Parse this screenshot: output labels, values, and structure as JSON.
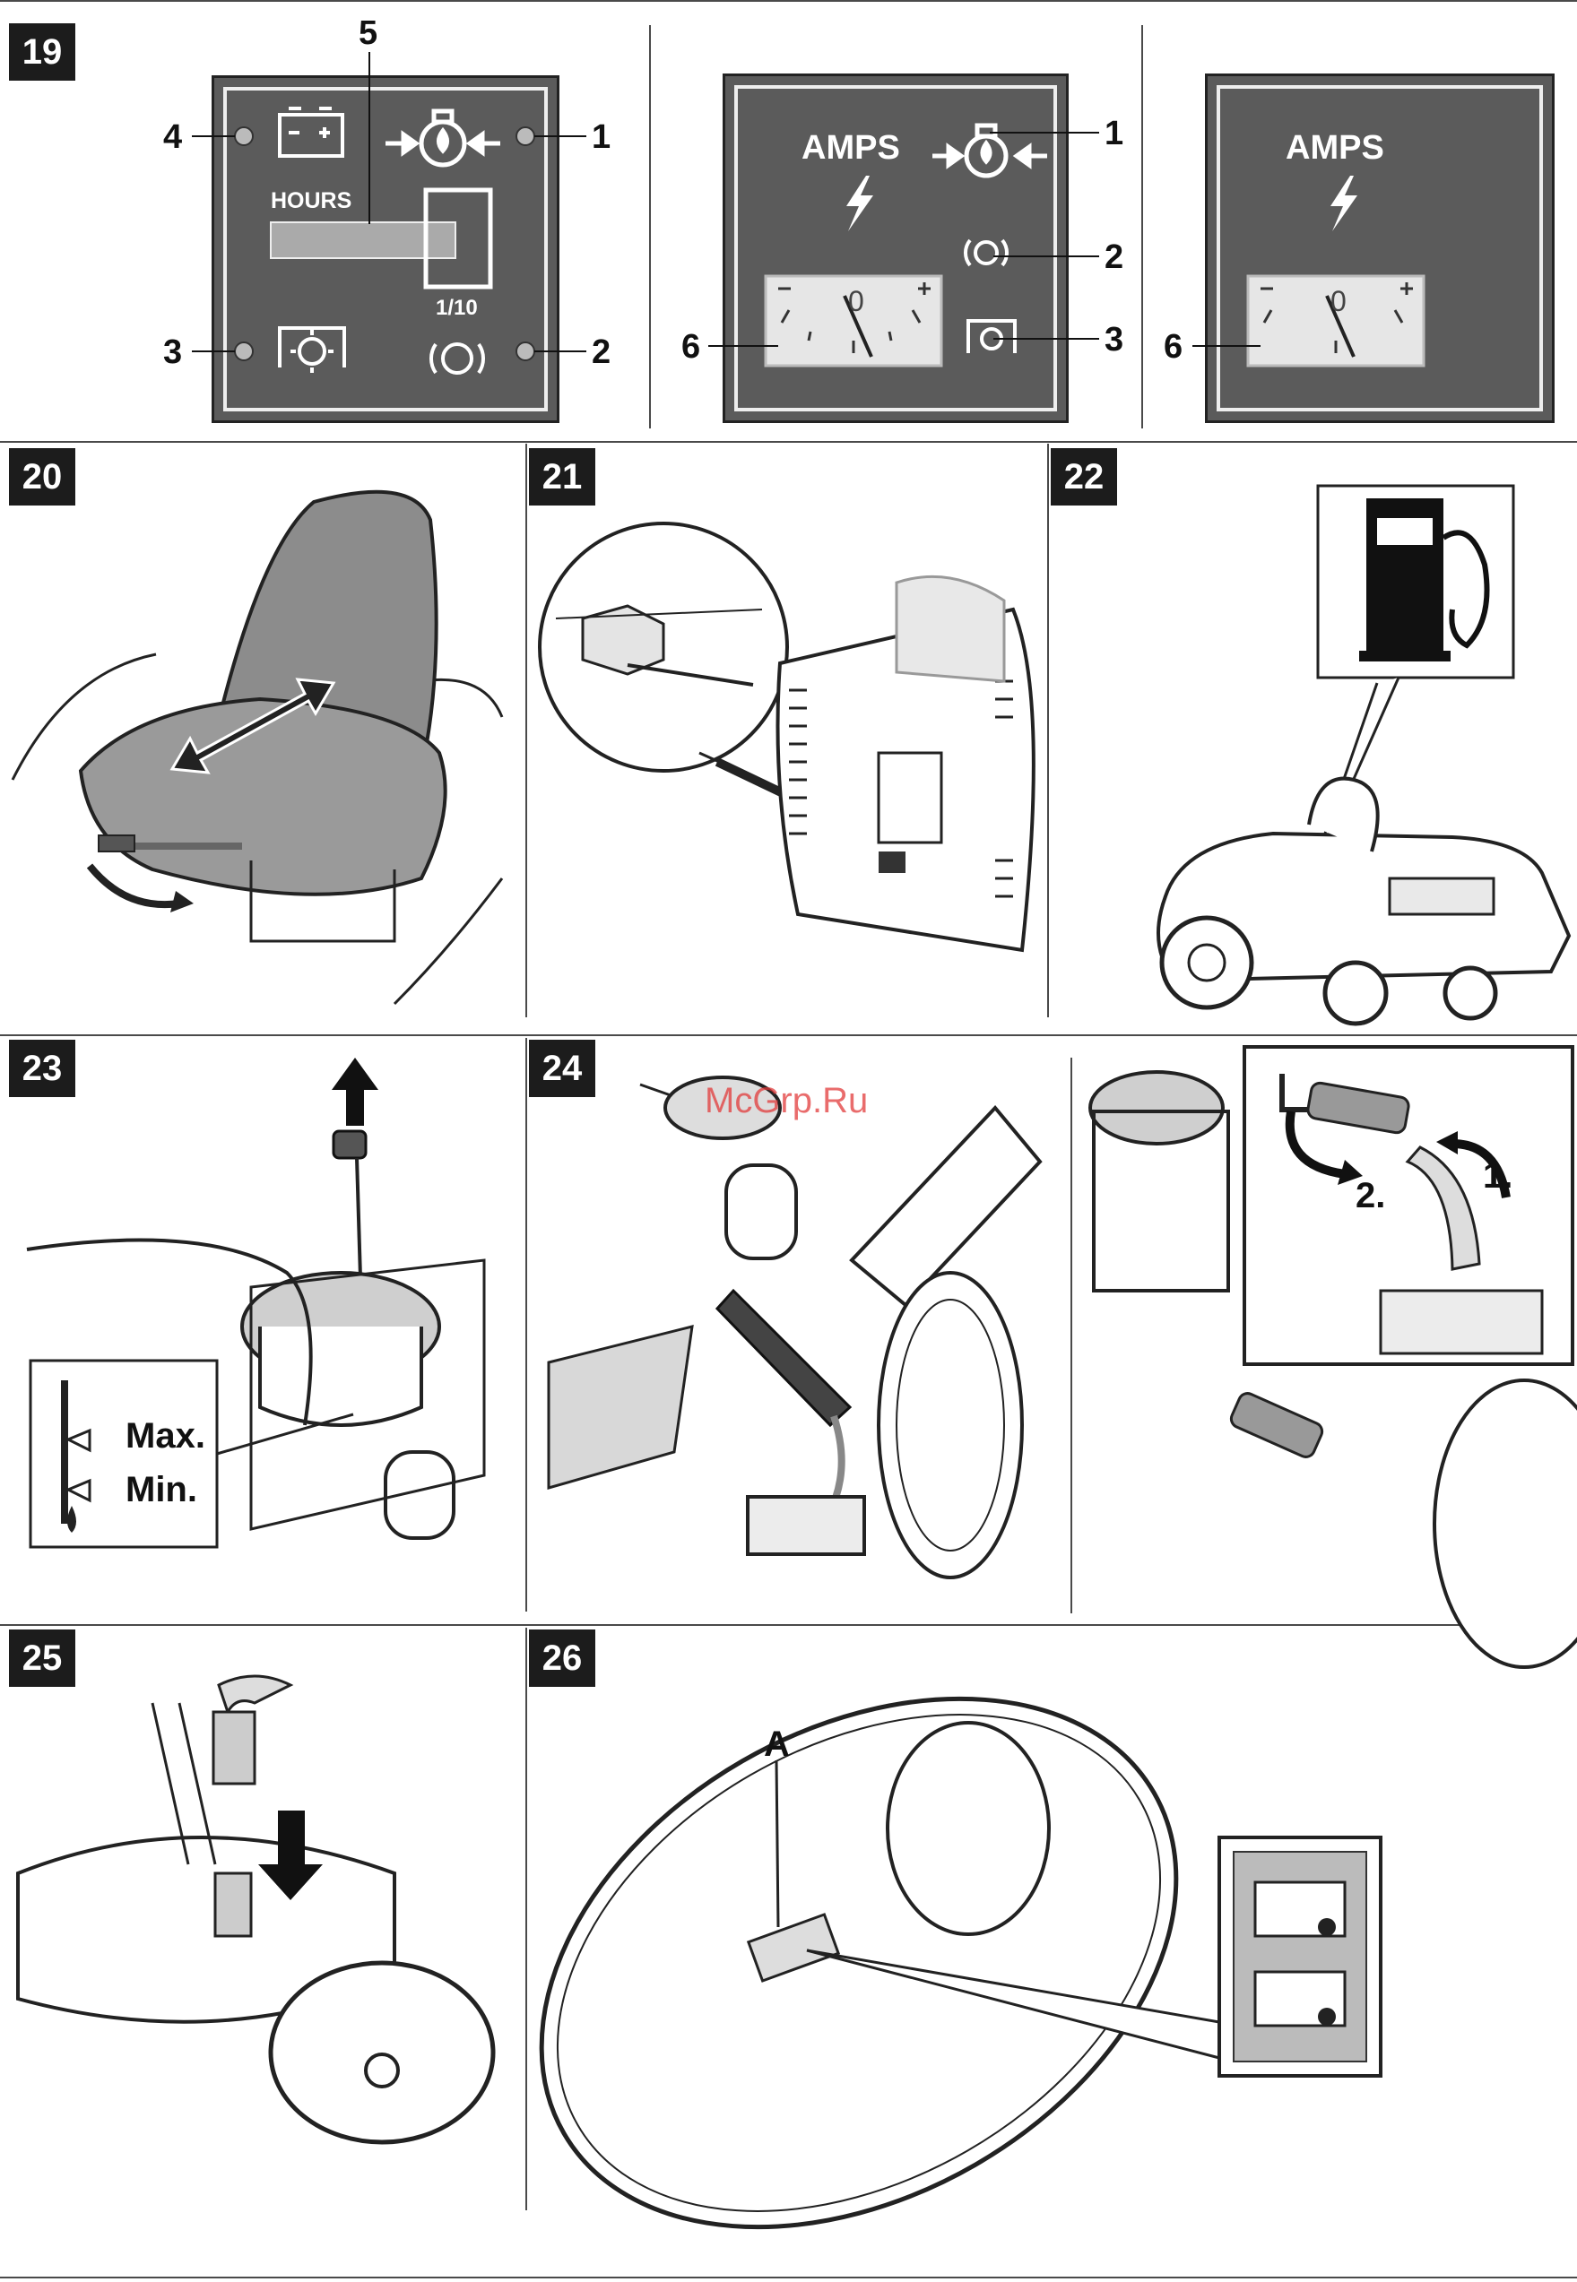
{
  "figures": [
    {
      "number": "19"
    },
    {
      "number": "20"
    },
    {
      "number": "21"
    },
    {
      "number": "22"
    },
    {
      "number": "23"
    },
    {
      "number": "24"
    },
    {
      "number": "25"
    },
    {
      "number": "26"
    }
  ],
  "fig19": {
    "panel_a": {
      "hours_label": "HOURS",
      "fraction_label": "1/10",
      "callouts": [
        "4",
        "5",
        "1",
        "3",
        "2"
      ]
    },
    "panel_b": {
      "amps_label": "AMPS",
      "callouts": [
        "1",
        "2",
        "6",
        "3"
      ]
    },
    "panel_c": {
      "amps_label": "AMPS",
      "callouts": [
        "6"
      ]
    }
  },
  "fig23": {
    "max_label": "Max.",
    "min_label": "Min."
  },
  "fig24": {
    "step1_label": "1.",
    "step2_label": "2."
  },
  "fig26": {
    "callout_a": "A"
  },
  "watermark": "McGrp.Ru",
  "icons": [
    "battery-icon",
    "oil-pressure-icon",
    "parking-brake-icon",
    "glow-plug-icon",
    "lightning-icon",
    "fuel-pump-icon",
    "arrow-icon"
  ]
}
